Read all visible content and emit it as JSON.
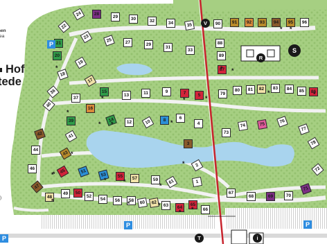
{
  "map": {
    "park_name_lines": [
      "Hof",
      "tede"
    ],
    "legend_title": "hen",
    "legend_sub": "rea",
    "note": ")",
    "colors": {
      "grass": "#a6cf82",
      "grass_dark": "#92c06c",
      "path": "#f2f2f2",
      "water": "#a9d4ee",
      "road": "#c8242e",
      "parking": "#e9e9e9",
      "default_lot": "#ffffff",
      "brown": "#8a5a2b",
      "green": "#2f9b48",
      "red": "#d3243a",
      "purple": "#7c2f84",
      "blue": "#2b8fd6",
      "orange": "#d98a3a",
      "cream": "#f2e3a9",
      "pink": "#e25b9c",
      "maroon": "#8e2c2c",
      "gold": "#b88a2a"
    },
    "lots": [
      {
        "num": "24",
        "color": "#ffffff"
      },
      {
        "num": "28",
        "color": "#7c2f84"
      },
      {
        "num": "29",
        "color": "#ffffff"
      },
      {
        "num": "30",
        "color": "#ffffff"
      },
      {
        "num": "32",
        "color": "#ffffff"
      },
      {
        "num": "34",
        "color": "#ffffff"
      },
      {
        "num": "35",
        "color": "#ffffff"
      },
      {
        "num": "90",
        "color": "#ffffff"
      },
      {
        "num": "91",
        "color": "#b88a2a"
      },
      {
        "num": "92",
        "color": "#d98a3a"
      },
      {
        "num": "93",
        "color": "#b88a2a"
      },
      {
        "num": "94",
        "color": "#8a5a2b"
      },
      {
        "num": "95",
        "color": "#b88a2a"
      },
      {
        "num": "96",
        "color": "#ffffff"
      },
      {
        "num": "22",
        "color": "#ffffff"
      },
      {
        "num": "23",
        "color": "#ffffff"
      },
      {
        "num": "25",
        "color": "#ffffff"
      },
      {
        "num": "27",
        "color": "#ffffff"
      },
      {
        "num": "29",
        "color": "#ffffff"
      },
      {
        "num": "31",
        "color": "#ffffff"
      },
      {
        "num": "33",
        "color": "#ffffff"
      },
      {
        "num": "21",
        "color": "#2f9b48"
      },
      {
        "num": "20",
        "color": "#2f9b48"
      },
      {
        "num": "19",
        "color": "#ffffff"
      },
      {
        "num": "18",
        "color": "#ffffff"
      },
      {
        "num": "17",
        "color": "#f2e3a9"
      },
      {
        "num": "15",
        "color": "#2f9b48"
      },
      {
        "num": "13",
        "color": "#ffffff"
      },
      {
        "num": "11",
        "color": "#ffffff"
      },
      {
        "num": "9",
        "color": "#ffffff"
      },
      {
        "num": "7",
        "color": "#d3243a"
      },
      {
        "num": "5",
        "color": "#d3243a"
      },
      {
        "num": "88",
        "color": "#ffffff"
      },
      {
        "num": "89",
        "color": "#ffffff"
      },
      {
        "num": "87",
        "color": "#d3243a"
      },
      {
        "num": "79",
        "color": "#ffffff"
      },
      {
        "num": "80",
        "color": "#ffffff"
      },
      {
        "num": "81",
        "color": "#ffffff"
      },
      {
        "num": "82",
        "color": "#f2e3a9"
      },
      {
        "num": "83",
        "color": "#ffffff"
      },
      {
        "num": "84",
        "color": "#ffffff"
      },
      {
        "num": "85",
        "color": "#ffffff"
      },
      {
        "num": "86",
        "color": "#d3243a"
      },
      {
        "num": "36",
        "color": "#ffffff"
      },
      {
        "num": "37",
        "color": "#ffffff"
      },
      {
        "num": "16",
        "color": "#d98a3a"
      },
      {
        "num": "14",
        "color": "#2f9b48"
      },
      {
        "num": "12",
        "color": "#ffffff"
      },
      {
        "num": "10",
        "color": "#ffffff"
      },
      {
        "num": "8",
        "color": "#2b8fd6"
      },
      {
        "num": "6",
        "color": "#ffffff"
      },
      {
        "num": "4",
        "color": "#ffffff"
      },
      {
        "num": "40",
        "color": "#ffffff"
      },
      {
        "num": "39",
        "color": "#2f9b48"
      },
      {
        "num": "41",
        "color": "#ffffff"
      },
      {
        "num": "42",
        "color": "#8a5a2b"
      },
      {
        "num": "44",
        "color": "#ffffff"
      },
      {
        "num": "43",
        "color": "#b88a2a"
      },
      {
        "num": "3",
        "color": "#8a5a2b"
      },
      {
        "num": "73",
        "color": "#ffffff"
      },
      {
        "num": "74",
        "color": "#ffffff"
      },
      {
        "num": "75",
        "color": "#e25b9c"
      },
      {
        "num": "76",
        "color": "#ffffff"
      },
      {
        "num": "77",
        "color": "#ffffff"
      },
      {
        "num": "78",
        "color": "#ffffff"
      },
      {
        "num": "2",
        "color": "#ffffff"
      },
      {
        "num": "1",
        "color": "#ffffff"
      },
      {
        "num": "46",
        "color": "#ffffff"
      },
      {
        "num": "45",
        "color": "#d3243a"
      },
      {
        "num": "47",
        "color": "#8a5a2b"
      },
      {
        "num": "51",
        "color": "#2b8fd6"
      },
      {
        "num": "53",
        "color": "#2b8fd6"
      },
      {
        "num": "55",
        "color": "#d3243a"
      },
      {
        "num": "57",
        "color": "#f2e3a9"
      },
      {
        "num": "59",
        "color": "#ffffff"
      },
      {
        "num": "61",
        "color": "#ffffff"
      },
      {
        "num": "72",
        "color": "#ffffff"
      },
      {
        "num": "71",
        "color": "#7c2f84"
      },
      {
        "num": "70",
        "color": "#ffffff"
      },
      {
        "num": "69",
        "color": "#7c2f84"
      },
      {
        "num": "68",
        "color": "#ffffff"
      },
      {
        "num": "67",
        "color": "#ffffff"
      },
      {
        "num": "48",
        "color": "#f2e3a9"
      },
      {
        "num": "49",
        "color": "#ffffff"
      },
      {
        "num": "50",
        "color": "#d3243a"
      },
      {
        "num": "52",
        "color": "#ffffff"
      },
      {
        "num": "54",
        "color": "#ffffff"
      },
      {
        "num": "56",
        "color": "#ffffff"
      },
      {
        "num": "58",
        "color": "#ffffff"
      },
      {
        "num": "60",
        "color": "#ffffff"
      },
      {
        "num": "62",
        "color": "#f2e3a9"
      },
      {
        "num": "63",
        "color": "#ffffff"
      },
      {
        "num": "64",
        "color": "#d3243a"
      },
      {
        "num": "65",
        "color": "#d3243a"
      },
      {
        "num": "66",
        "color": "#ffffff"
      }
    ],
    "icons": [
      {
        "name": "v-marker-icon",
        "label": "V"
      },
      {
        "name": "r-marker-icon",
        "label": "R"
      },
      {
        "name": "s-marker-icon",
        "label": "S"
      },
      {
        "name": "t-marker-icon",
        "label": "T"
      },
      {
        "name": "info-marker-icon",
        "label": "i"
      }
    ],
    "parking_label": "P"
  }
}
